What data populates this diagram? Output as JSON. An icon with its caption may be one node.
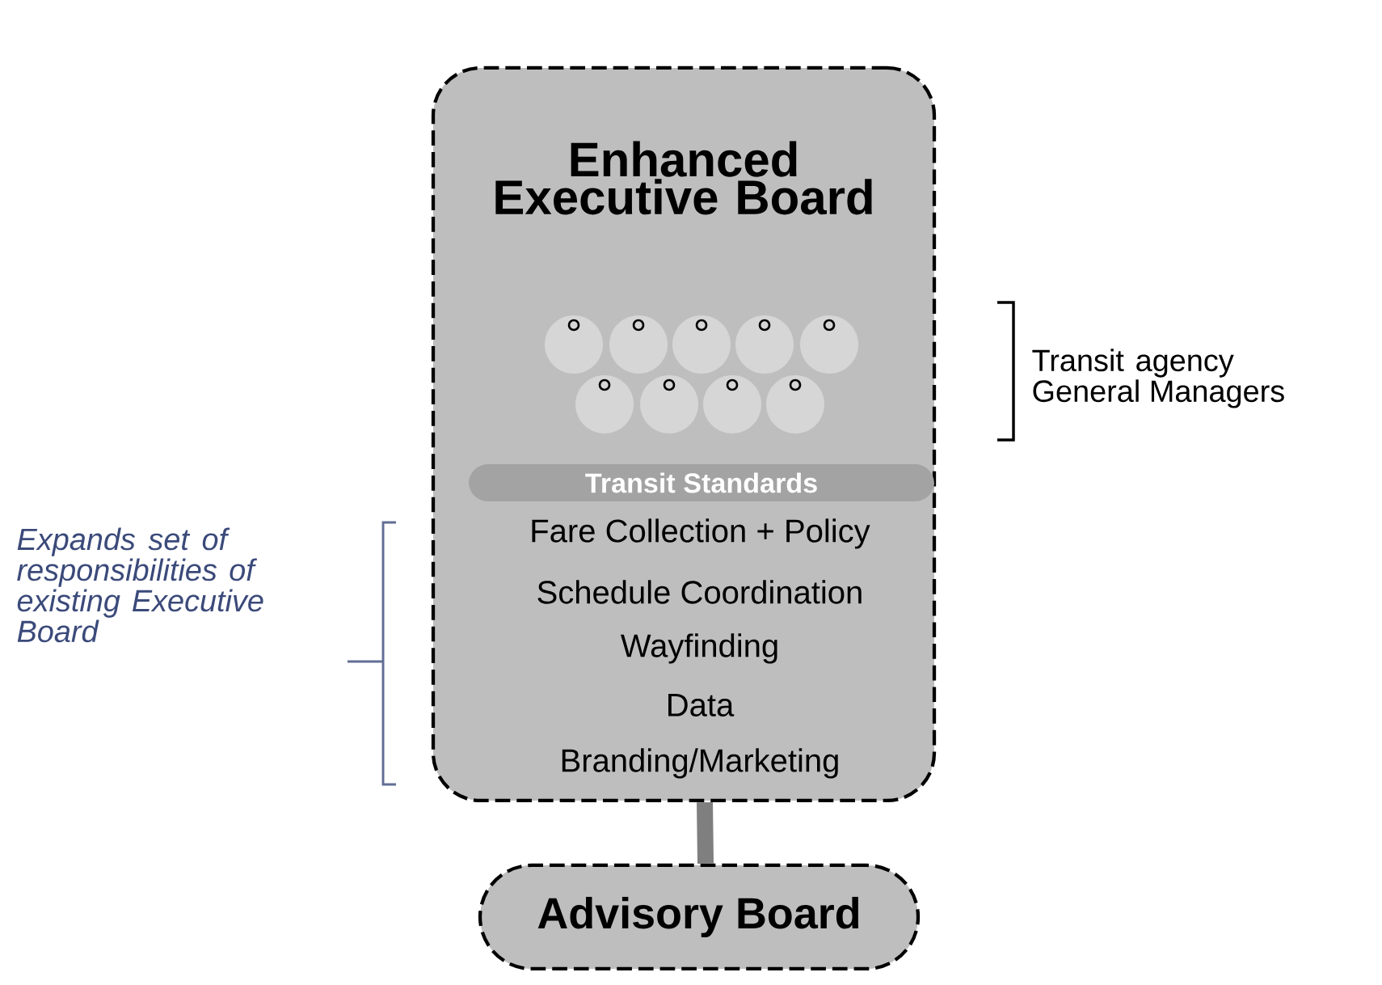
{
  "diagram": {
    "nodes": [
      {
        "text": [
          "Enhanced Executive Board",
          "Fare Collection + Policy",
          "Schedule Coordination",
          "Wayfinding",
          "Data",
          "Branding/Marketing"
        ]
      },
      {
        "text": [],
        "shape": "circle",
        "in": 0
      },
      {
        "text": [],
        "shape": "circle",
        "in": 0
      },
      {
        "text": [],
        "shape": "circle",
        "in": 0
      },
      {
        "text": [],
        "shape": "circle",
        "in": 0
      },
      {
        "text": [],
        "shape": "circle",
        "in": 0
      },
      {
        "text": [],
        "shape": "circle",
        "in": 0
      },
      {
        "text": [],
        "shape": "circle",
        "in": 0
      },
      {
        "text": [],
        "shape": "circle",
        "in": 0
      },
      {
        "text": [],
        "shape": "circle",
        "in": 0
      },
      {
        "text": [
          "Transit Standards"
        ],
        "in": 0
      },
      {
        "text": [
          "Advisory Board"
        ]
      }
    ],
    "edges": [
      {
        "from": 0,
        "to": 11,
        "arrow": "none"
      }
    ],
    "labels": [
      "Transit agency General Managers",
      "Expands set of responsibilities of existing Executive Board"
    ]
  }
}
